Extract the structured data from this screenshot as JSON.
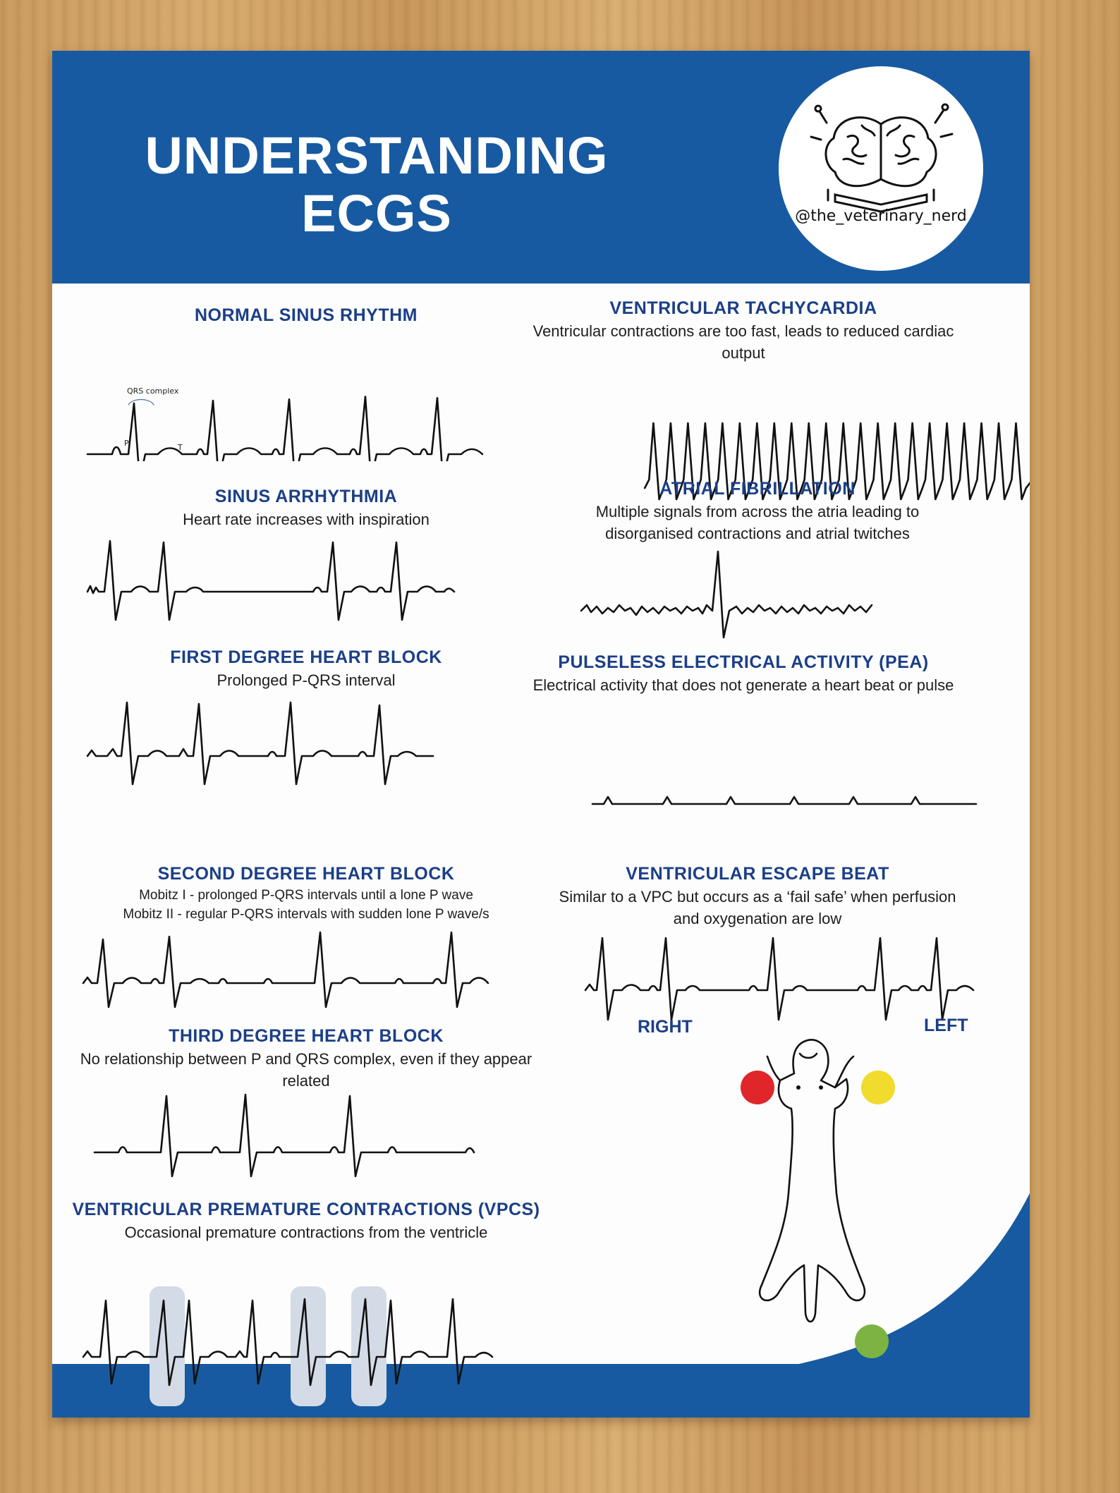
{
  "poster": {
    "title": "UNDERSTANDING\nECGS",
    "logo_handle": "@the_veterinary_nerd",
    "colors": {
      "header": "#175aa1",
      "heading_text": "#1b3f87",
      "electrode_right": "#e0262b",
      "electrode_left": "#f1db2c",
      "electrode_ground": "#7cb342"
    }
  },
  "sections": {
    "normal_sinus": {
      "title": "NORMAL SINUS RHYTHM",
      "annotation_qrs": "QRS complex",
      "annotation_p": "P",
      "annotation_t": "T"
    },
    "sinus_arrhythmia": {
      "title": "SINUS ARRHYTHMIA",
      "description": "Heart rate increases with inspiration"
    },
    "first_degree": {
      "title": "FIRST DEGREE HEART BLOCK",
      "description": "Prolonged P-QRS interval"
    },
    "second_degree": {
      "title": "SECOND DEGREE HEART BLOCK",
      "description_1": "Mobitz I - prolonged P-QRS intervals until a lone P wave",
      "description_2": "Mobitz II - regular P-QRS intervals with sudden lone P wave/s"
    },
    "third_degree": {
      "title": "THIRD DEGREE HEART BLOCK",
      "description": "No relationship between P and QRS complex, even if they appear related"
    },
    "vpcs": {
      "title": "VENTRICULAR PREMATURE CONTRACTIONS (VPCS)",
      "description": "Occasional premature contractions from the ventricle"
    },
    "vtach": {
      "title": "VENTRICULAR TACHYCARDIA",
      "description": "Ventricular contractions are too fast, leads to reduced cardiac output"
    },
    "afib": {
      "title": "ATRIAL FIBRILLATION",
      "description": "Multiple signals from across the atria leading to disorganised contractions and atrial twitches"
    },
    "pea": {
      "title": "PULSELESS ELECTRICAL ACTIVITY (PEA)",
      "description": "Electrical activity that does not generate a heart beat or pulse"
    },
    "escape": {
      "title": "VENTRICULAR ESCAPE BEAT",
      "description": "Similar to a VPC but occurs as a ‘fail safe’ when perfusion and oxygenation are low"
    }
  },
  "lead_diagram": {
    "right_label": "RIGHT",
    "left_label": "LEFT"
  }
}
